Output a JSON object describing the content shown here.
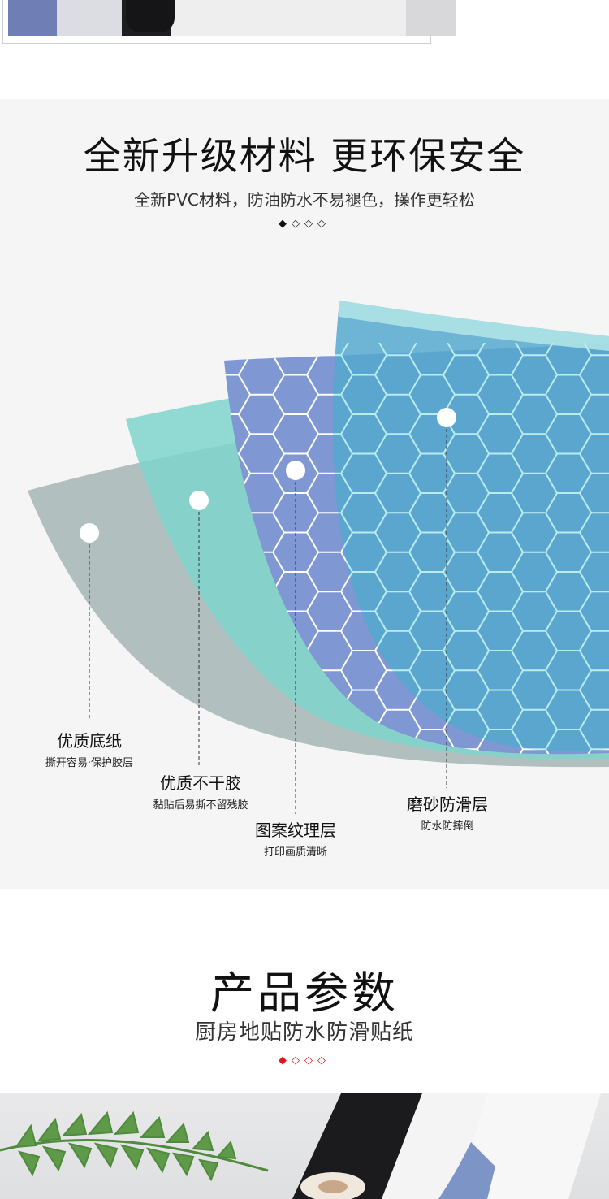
{
  "materials": {
    "title": "全新升级材料 更环保安全",
    "subtitle": "全新PVC材料，防油防水不易褪色，操作更轻松",
    "indicator": [
      "◆",
      "◇",
      "◇",
      "◇"
    ],
    "layers": [
      {
        "name": "优质底纸",
        "desc": "撕开容易·保护胶层"
      },
      {
        "name": "优质不干胶",
        "desc": "黏贴后易撕不留残胶"
      },
      {
        "name": "图案纹理层",
        "desc": "打印画质清晰"
      },
      {
        "name": "磨砂防滑层",
        "desc": "防水防摔倒"
      }
    ],
    "colors": {
      "base_paper": "#aebcbc",
      "adhesive": "#7fd3cc",
      "pattern": "#7f97d2",
      "frosted": "#5aa9cc",
      "hex_line": "#ffffff"
    }
  },
  "params": {
    "title": "产品参数",
    "subtitle": "厨房地贴防水防滑贴纸",
    "indicator": [
      "◆",
      "◇",
      "◇",
      "◇"
    ],
    "accent": "#e0141e"
  }
}
